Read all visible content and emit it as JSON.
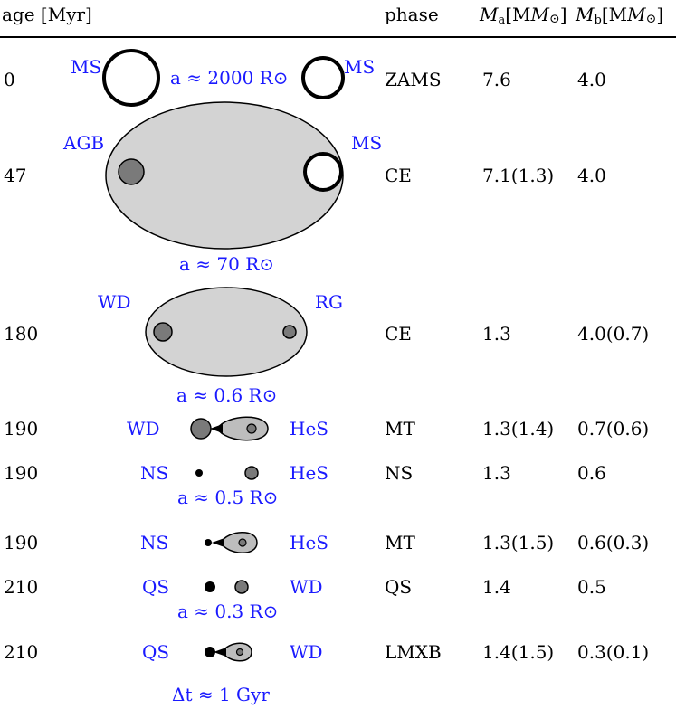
{
  "header": {
    "age": "age [Myr]",
    "phase": "phase",
    "ma_sym": "M",
    "ma_sub": "a",
    "ma_unit": "[M",
    "ma_close": "]",
    "mb_sym": "M",
    "mb_sub": "b",
    "mb_unit": "[M",
    "mb_close": "]",
    "sun": "⊙"
  },
  "rows": [
    {
      "age": "0",
      "phase": "ZAMS",
      "ma": "7.6",
      "mb": "4.0",
      "left_label": "MS",
      "right_label": "MS",
      "sep": "a ≈ 2000 R⊙"
    },
    {
      "age": "47",
      "phase": "CE",
      "ma": "7.1(1.3)",
      "mb": "4.0",
      "left_label": "AGB",
      "right_label": "MS",
      "sep": "a ≈ 70 R⊙"
    },
    {
      "age": "180",
      "phase": "CE",
      "ma": "1.3",
      "mb": "4.0(0.7)",
      "left_label": "WD",
      "right_label": "RG",
      "sep": "a ≈ 0.6 R⊙"
    },
    {
      "age": "190",
      "phase": "MT",
      "ma": "1.3(1.4)",
      "mb": "0.7(0.6)",
      "left_label": "WD",
      "right_label": "HeS"
    },
    {
      "age": "190",
      "phase": "NS",
      "ma": "1.3",
      "mb": "0.6",
      "left_label": "NS",
      "right_label": "HeS",
      "sep": "a ≈ 0.5 R⊙"
    },
    {
      "age": "190",
      "phase": "MT",
      "ma": "1.3(1.5)",
      "mb": "0.6(0.3)",
      "left_label": "NS",
      "right_label": "HeS"
    },
    {
      "age": "210",
      "phase": "QS",
      "ma": "1.4",
      "mb": "0.5",
      "left_label": "QS",
      "right_label": "WD",
      "sep": "a ≈ 0.3 R⊙"
    },
    {
      "age": "210",
      "phase": "LMXB",
      "ma": "1.4(1.5)",
      "mb": "0.3(0.1)",
      "left_label": "QS",
      "right_label": "WD"
    }
  ],
  "footer": "Δt ≈ 1 Gyr"
}
